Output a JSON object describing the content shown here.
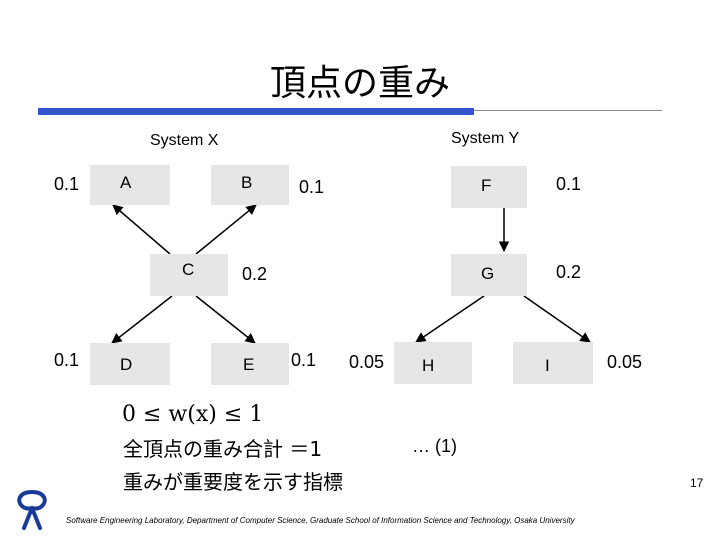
{
  "title": "頂点の重み",
  "systems": [
    {
      "label": "System X"
    },
    {
      "label": "System Y"
    }
  ],
  "nodes": [
    {
      "id": "A",
      "label": "A",
      "weight": "0.1"
    },
    {
      "id": "B",
      "label": "B",
      "weight": "0.1"
    },
    {
      "id": "C",
      "label": "C",
      "weight": "0.2"
    },
    {
      "id": "D",
      "label": "D",
      "weight": "0.1"
    },
    {
      "id": "E",
      "label": "E",
      "weight": "0.1"
    },
    {
      "id": "F",
      "label": "F",
      "weight": "0.1"
    },
    {
      "id": "G",
      "label": "G",
      "weight": "0.2"
    },
    {
      "id": "H",
      "label": "H",
      "weight": "0.05"
    },
    {
      "id": "I",
      "label": "I",
      "weight": "0.05"
    }
  ],
  "edges": [
    {
      "from": "C",
      "to": "A"
    },
    {
      "from": "C",
      "to": "B"
    },
    {
      "from": "C",
      "to": "D"
    },
    {
      "from": "C",
      "to": "E"
    },
    {
      "from": "F",
      "to": "G"
    },
    {
      "from": "G",
      "to": "H"
    },
    {
      "from": "G",
      "to": "I"
    }
  ],
  "formula": {
    "text": "0 ≤ w(x) ≤ 1"
  },
  "notes": {
    "line1": "全頂点の重み合計 ＝1",
    "equation_number": "… (1)",
    "line2": "重みが重要度を示す指標"
  },
  "footer": "Software Engineering Laboratory, Department of Computer Science, Graduate School of Information Science and Technology, Osaka University",
  "page_number": "17",
  "colors": {
    "title_rule": "#3355cc",
    "node_fill": "#e6e6e6"
  }
}
